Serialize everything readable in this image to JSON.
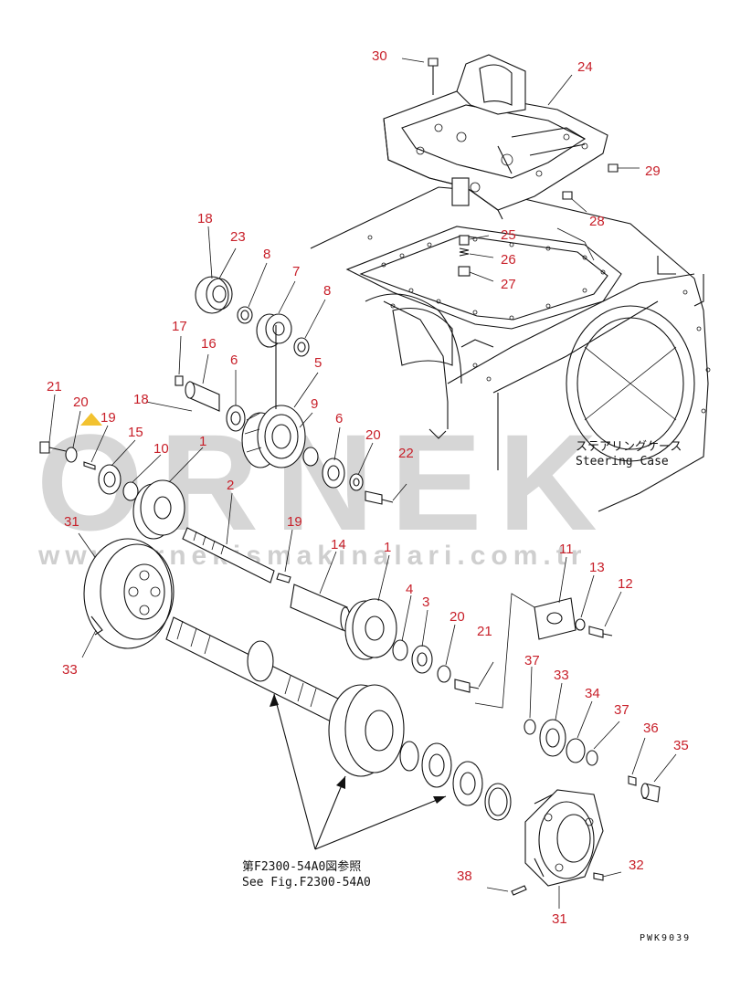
{
  "colors": {
    "callout": "#c8202a",
    "line": "#111111",
    "watermark": "#d6d6d6",
    "accent": "#f2c230"
  },
  "watermark": {
    "brand": "ORNEK",
    "url": "www.ornekismakinalari.com.tr"
  },
  "steering_case": {
    "jp": "ステアリングケース",
    "en": "Steering Case"
  },
  "reference": {
    "jp": "第F2300-54A0図参照",
    "en": "See Fig.F2300-54A0"
  },
  "drawing_code": "PWK9039",
  "callouts": {
    "c30": "30",
    "c24": "24",
    "c29": "29",
    "c28": "28",
    "c25": "25",
    "c26": "26",
    "c27": "27",
    "c18a": "18",
    "c23": "23",
    "c8a": "8",
    "c7": "7",
    "c8b": "8",
    "c17": "17",
    "c16": "16",
    "c6a": "6",
    "c5": "5",
    "c18b": "18",
    "c9": "9",
    "c21a": "21",
    "c20a": "20",
    "c19a": "19",
    "c15": "15",
    "c10": "10",
    "c1a": "1",
    "c6b": "6",
    "c20b": "20",
    "c22": "22",
    "c2": "2",
    "c31a": "31",
    "c19b": "19",
    "c14": "14",
    "c1b": "1",
    "c11": "11",
    "c13": "13",
    "c12": "12",
    "c4": "4",
    "c3": "3",
    "c20c": "20",
    "c21b": "21",
    "c33a": "33",
    "c37a": "37",
    "c33b": "33",
    "c34": "34",
    "c37b": "37",
    "c36": "36",
    "c35": "35",
    "c32": "32",
    "c38": "38",
    "c31b": "31"
  }
}
